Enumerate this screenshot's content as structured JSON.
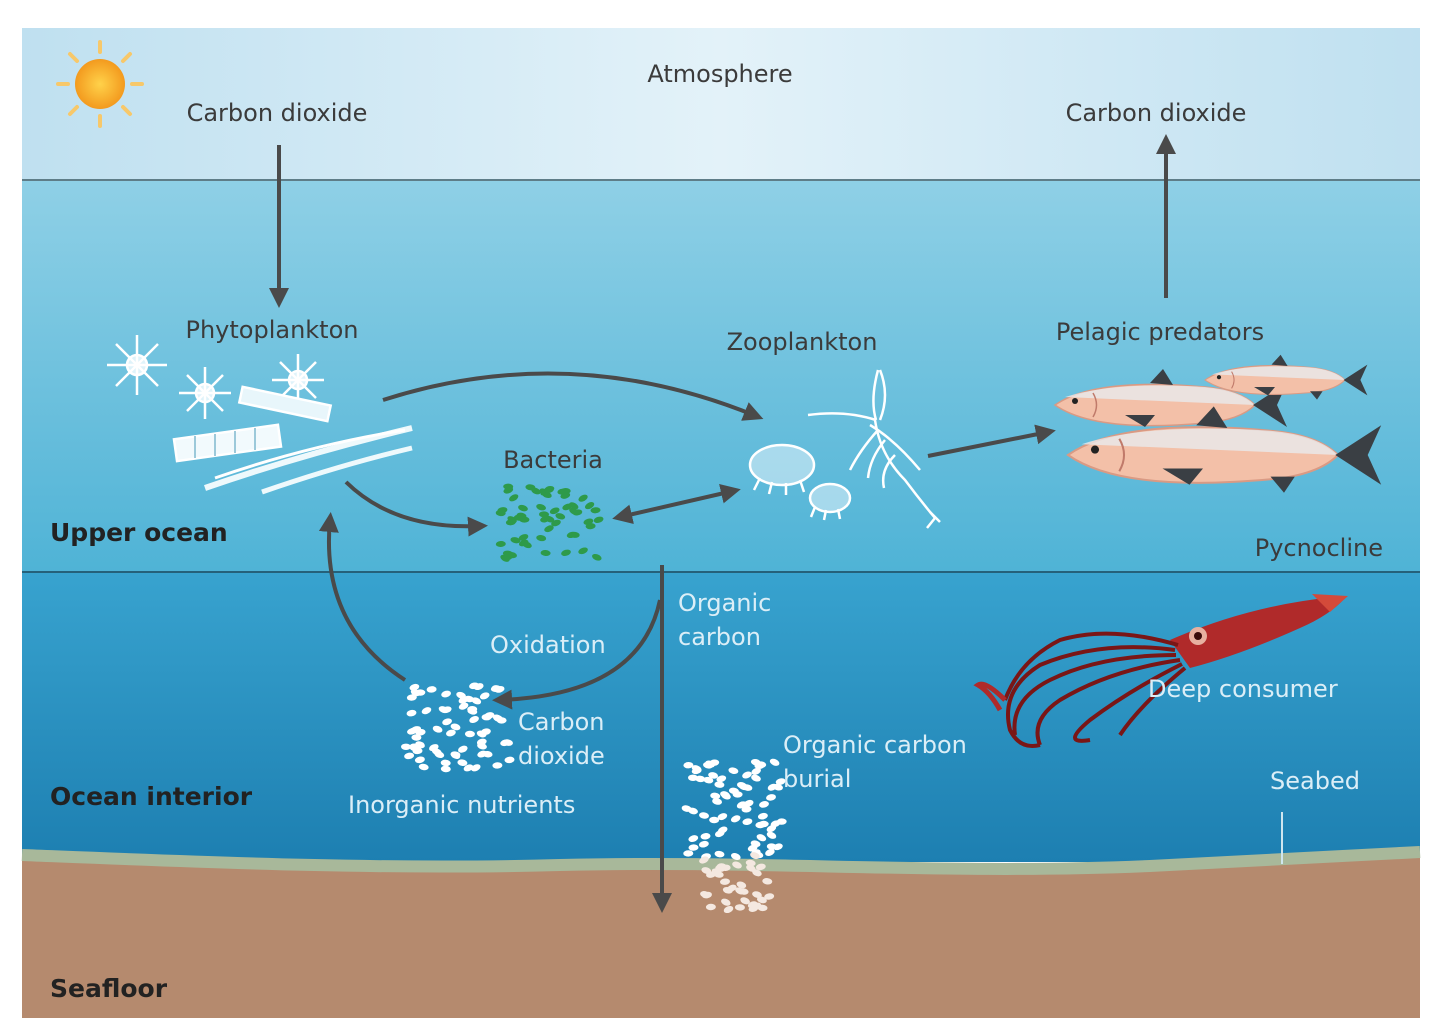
{
  "colors": {
    "atmosphere": "#cfe8f4",
    "upper_ocean": "#6fc0dc",
    "ocean_interior": "#2f92c0",
    "seafloor": "#b58a6e",
    "arrow": "#4a4a4a",
    "bacteria": "#2e9a4a",
    "fish_body": "#f3c0a8",
    "squid": "#b02a2a",
    "sun": "#f6a623"
  },
  "icons": [
    "sun-icon",
    "phytoplankton-icon",
    "bacteria-icon",
    "zooplankton-icon",
    "fish-icon",
    "squid-icon",
    "particles-icon"
  ],
  "labels": {
    "atmosphere": "Atmosphere",
    "co2_in": "Carbon dioxide",
    "co2_out": "Carbon dioxide",
    "phytoplankton": "Phytoplankton",
    "zooplankton": "Zooplankton",
    "pelagic_predators": "Pelagic predators",
    "bacteria": "Bacteria",
    "upper_ocean": "Upper ocean",
    "pycnocline": "Pycnocline",
    "organic_carbon_1": "Organic",
    "organic_carbon_2": "carbon",
    "oxidation": "Oxidation",
    "carbon_dioxide_1": "Carbon",
    "carbon_dioxide_2": "dioxide",
    "deep_consumer": "Deep consumer",
    "burial_1": "Organic carbon",
    "burial_2": "burial",
    "seabed": "Seabed",
    "ocean_interior": "Ocean interior",
    "inorganic_nutrients": "Inorganic nutrients",
    "seafloor": "Seafloor"
  }
}
